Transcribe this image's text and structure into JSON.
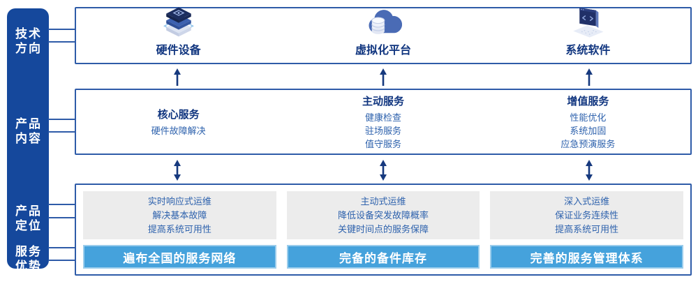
{
  "sidebar": {
    "labels": [
      {
        "line1": "技术",
        "line2": "方向"
      },
      {
        "line1": "产品",
        "line2": "内容"
      },
      {
        "line1": "产品",
        "line2": "定位"
      },
      {
        "line1": "服务",
        "line2": "优势"
      }
    ]
  },
  "tech_row": {
    "items": [
      {
        "label": "硬件设备",
        "icon": "hardware-stack-icon"
      },
      {
        "label": "虚拟化平台",
        "icon": "cloud-database-icon"
      },
      {
        "label": "系统软件",
        "icon": "code-window-icon"
      }
    ]
  },
  "content_row": {
    "columns": [
      {
        "title": "核心服务",
        "items": [
          "硬件故障解决"
        ]
      },
      {
        "title": "主动服务",
        "items": [
          "健康检查",
          "驻场服务",
          "值守服务"
        ]
      },
      {
        "title": "增值服务",
        "items": [
          "性能优化",
          "系统加固",
          "应急预演服务"
        ]
      }
    ]
  },
  "bottom_row": {
    "columns": [
      {
        "positioning": [
          "实时响应式运维",
          "解决基本故障",
          "提高系统可用性"
        ],
        "advantage": "遍布全国的服务网络"
      },
      {
        "positioning": [
          "主动式运维",
          "降低设备突发故障概率",
          "关键时间点的服务保障"
        ],
        "advantage": "完备的备件库存"
      },
      {
        "positioning": [
          "深入式运维",
          "保证业务连续性",
          "提高系统可用性"
        ],
        "advantage": "完善的服务管理体系"
      }
    ]
  },
  "colors": {
    "sidebar_bg": "#15489C",
    "box_border": "#2E5BA8",
    "title_text": "#10357F",
    "body_text": "#2E62AD",
    "arrow": "#16397E",
    "gray_panel": "#ECECEC",
    "advantage_bar_bg": "#45A2DC",
    "advantage_bar_edge": "#9BCDEC"
  }
}
